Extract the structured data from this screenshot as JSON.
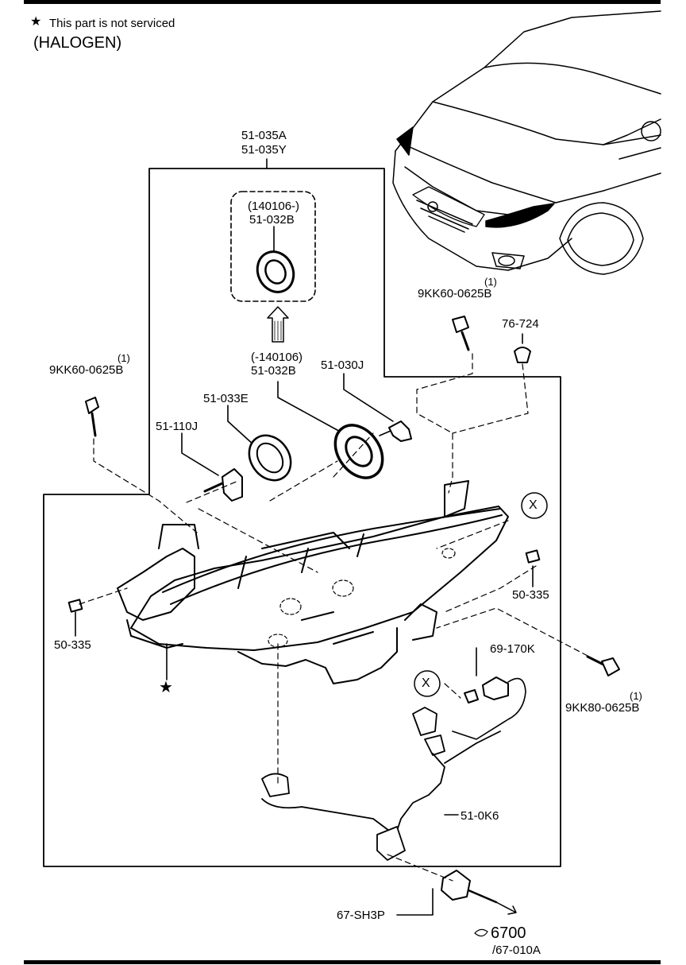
{
  "note": {
    "star": "★",
    "text": "This part is not serviced"
  },
  "variant": "(HALOGEN)",
  "parts": {
    "assembly_a": "51-035A",
    "assembly_y": "51-035Y",
    "cap_new_date": "(140106-)",
    "cap_new": "51-032B",
    "cap_old_date": "(-140106)",
    "cap_old": "51-032B",
    "bulb": "51-030J",
    "ring": "51-033E",
    "socket": "51-110J",
    "bolt_top_qty": "(1)",
    "bolt_top": "9KK60-0625B",
    "bolt_left_qty": "(1)",
    "bolt_left": "9KK60-0625B",
    "clip": "76-724",
    "nut_right": "50-335",
    "nut_left": "50-335",
    "side_bulb": "69-170K",
    "bolt_right_qty": "(1)",
    "bolt_right": "9KK80-0625B",
    "harness": "51-0K6",
    "connector": "67-SH3P",
    "ref_num": "6700",
    "ref_sub": "/67-010A",
    "marker_x": "X",
    "star_mark": "★"
  },
  "colors": {
    "ink": "#000000",
    "paper": "#ffffff"
  }
}
